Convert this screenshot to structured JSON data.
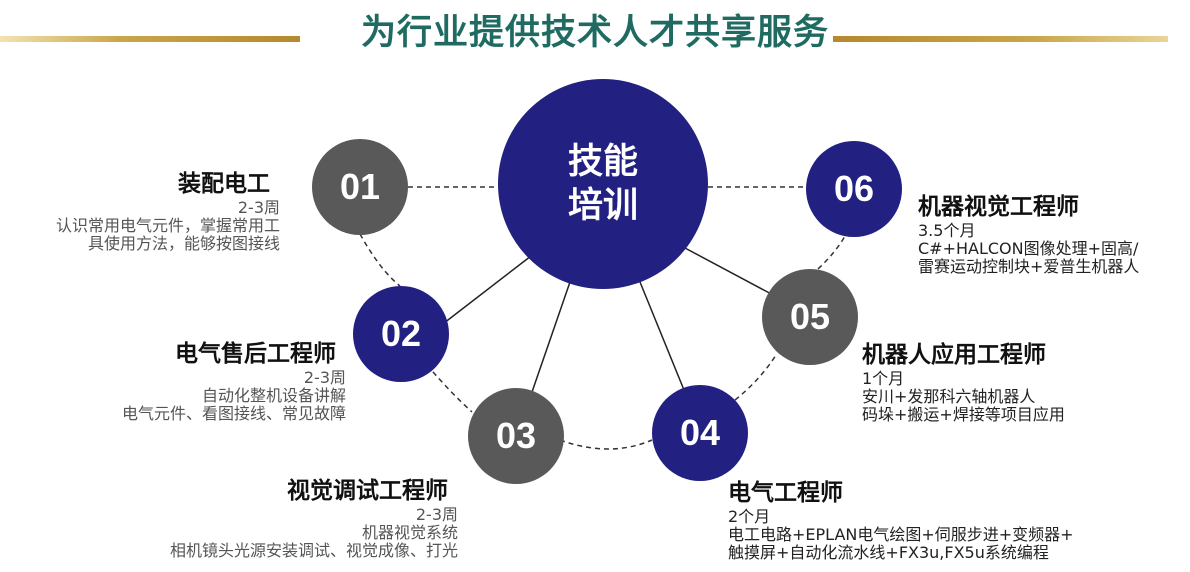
{
  "title": "为行业提供技术人才共享服务",
  "center": {
    "line1": "技能",
    "line2": "培训"
  },
  "colors": {
    "title": "#1f6b62",
    "navy": "#222081",
    "gray": "#595959",
    "gold": "#c9a64b"
  },
  "nodes": [
    {
      "num": "01",
      "title": "装配电工",
      "duration": "2-3周",
      "desc1": "认识常用电气元件，掌握常用工",
      "desc2": "具使用方法，能够按图接线"
    },
    {
      "num": "02",
      "title": "电气售后工程师",
      "duration": "2-3周",
      "desc1": "自动化整机设备讲解",
      "desc2": "电气元件、看图接线、常见故障"
    },
    {
      "num": "03",
      "title": "视觉调试工程师",
      "duration": "2-3周",
      "desc1": "机器视觉系统",
      "desc2": "相机镜头光源安装调试、视觉成像、打光"
    },
    {
      "num": "04",
      "title": "电气工程师",
      "duration": "2个月",
      "desc1": "电工电路+EPLAN电气绘图+伺服步进+变频器+",
      "desc2": "触摸屏+自动化流水线+FX3u,FX5u系统编程"
    },
    {
      "num": "05",
      "title": "机器人应用工程师",
      "duration": "1个月",
      "desc1": "安川+发那科六轴机器人",
      "desc2": "码垛+搬运+焊接等项目应用"
    },
    {
      "num": "06",
      "title": "机器视觉工程师",
      "duration": "3.5个月",
      "desc1": "C#+HALCON图像处理+固高/",
      "desc2": "雷赛运动控制块+爱普生机器人"
    }
  ]
}
